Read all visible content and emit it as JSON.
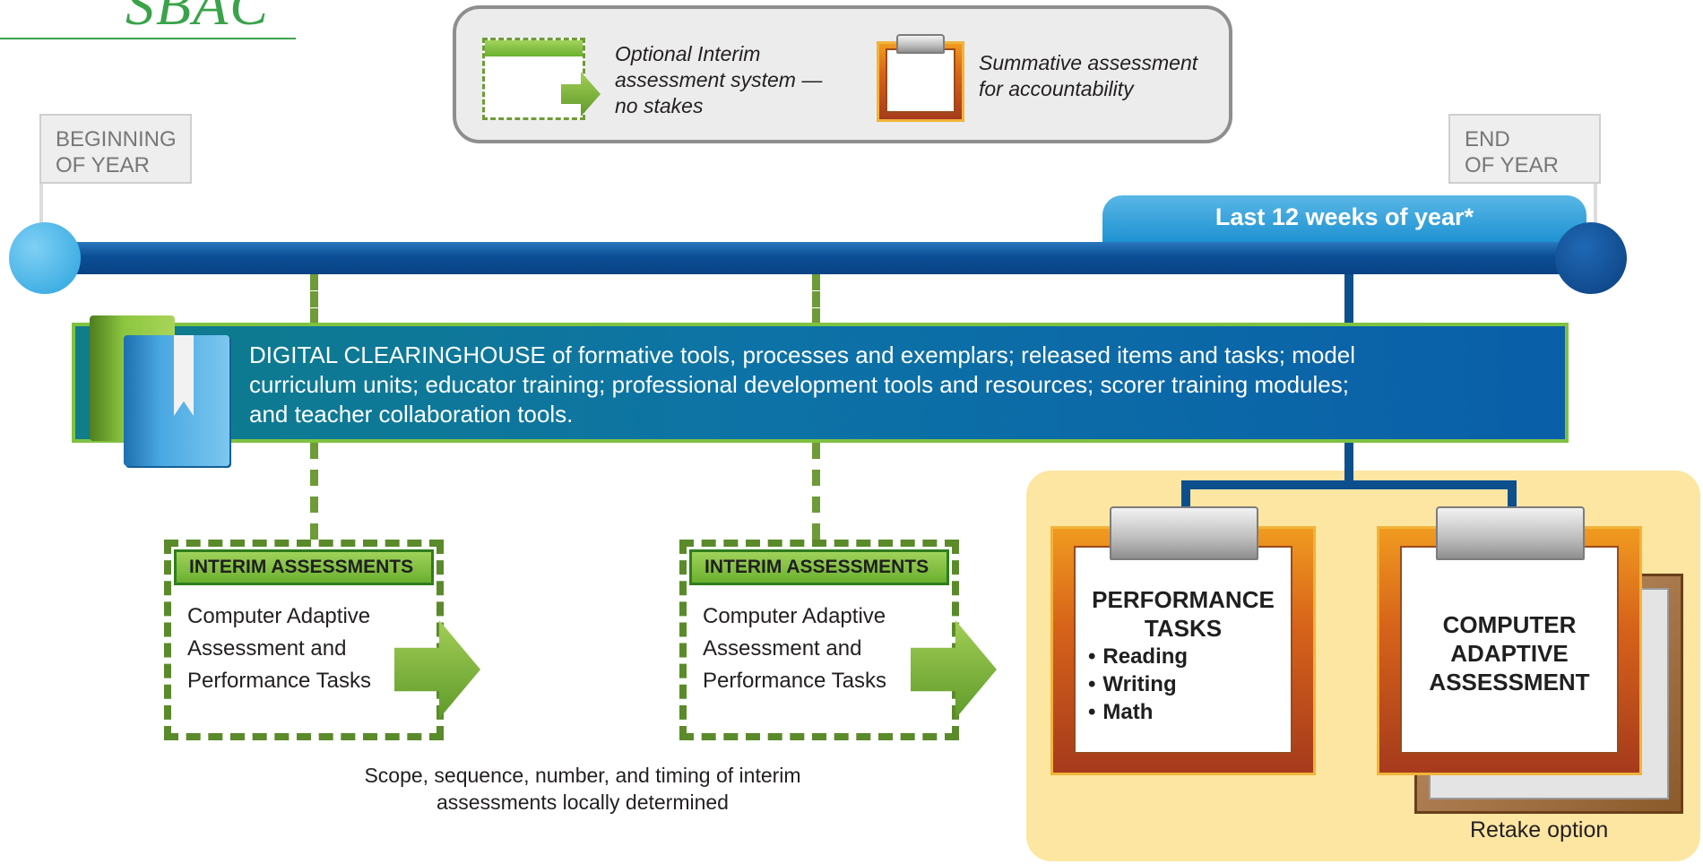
{
  "brand": {
    "text": "SBAC"
  },
  "legend": {
    "interim_text": [
      "Optional Interim",
      "assessment system —",
      "no stakes"
    ],
    "summative_text": [
      "Summative assessment",
      "for accountability"
    ]
  },
  "timeline": {
    "beginning": [
      "BEGINNING",
      "OF YEAR"
    ],
    "end": [
      "END",
      "OF YEAR"
    ],
    "window_label": "Last 12 weeks of year*"
  },
  "clearinghouse": {
    "lines": [
      "DIGITAL CLEARINGHOUSE of formative tools, processes and exemplars; released items and tasks; model",
      "curriculum units; educator training; professional development tools and resources; scorer training modules;",
      "and teacher collaboration tools."
    ]
  },
  "interim_boxes": [
    {
      "title": "INTERIM ASSESSMENTS",
      "body": [
        "Computer Adaptive",
        "Assessment and",
        "Performance Tasks"
      ]
    },
    {
      "title": "INTERIM ASSESSMENTS",
      "body": [
        "Computer Adaptive",
        "Assessment and",
        "Performance Tasks"
      ]
    }
  ],
  "interim_note": [
    "Scope, sequence, number, and timing of interim",
    "assessments locally determined"
  ],
  "summative": {
    "performance": {
      "title": [
        "PERFORMANCE",
        "TASKS"
      ],
      "items": [
        "Reading",
        "Writing",
        "Math"
      ]
    },
    "cat": {
      "title": [
        "COMPUTER",
        "ADAPTIVE",
        "ASSESSMENT"
      ]
    },
    "retake": "Retake option"
  }
}
